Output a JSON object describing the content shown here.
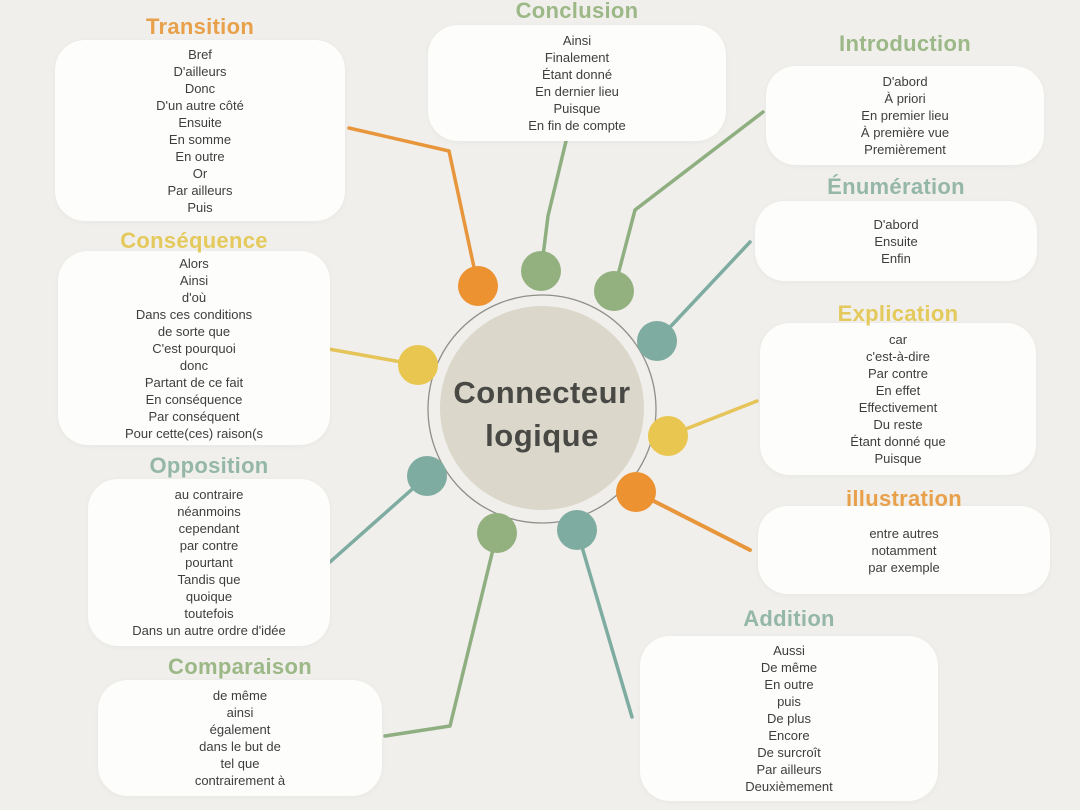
{
  "center": {
    "line1": "Connecteur",
    "line2": "logique",
    "circle_color": "#DBD7CA",
    "ring_color": "#8F8F89"
  },
  "palette": {
    "orange": {
      "dot": "#EC9231",
      "line": "#E8963C",
      "title": "#E9A04B"
    },
    "green": {
      "dot": "#93B07F",
      "line": "#8FAF80",
      "title": "#9CB887"
    },
    "teal": {
      "dot": "#7FACA1",
      "line": "#7FACA1",
      "title": "#95B7AA"
    },
    "yellow": {
      "dot": "#E8C64F",
      "line": "#E5C45A",
      "title": "#E4C95C"
    }
  },
  "categories": [
    {
      "id": "transition",
      "title": "Transition",
      "color": "orange",
      "items": [
        "Bref",
        "D'ailleurs",
        "Donc",
        "D'un autre côté",
        "Ensuite",
        "En somme",
        "En outre",
        "Or",
        "Par ailleurs",
        "Puis"
      ]
    },
    {
      "id": "consequence",
      "title": "Conséquence",
      "color": "yellow",
      "items": [
        "Alors",
        "Ainsi",
        "d'où",
        "Dans ces conditions",
        "de sorte que",
        "C'est pourquoi",
        "donc",
        "Partant de ce fait",
        "En conséquence",
        "Par conséquent",
        "Pour cette(ces) raison(s"
      ]
    },
    {
      "id": "opposition",
      "title": "Opposition",
      "color": "teal",
      "items": [
        "au contraire",
        "néanmoins",
        "cependant",
        "par contre",
        "pourtant",
        "Tandis que",
        "quoique",
        "toutefois",
        "Dans un autre ordre d'idée"
      ]
    },
    {
      "id": "comparaison",
      "title": "Comparaison",
      "color": "green",
      "items": [
        "de même",
        "ainsi",
        "également",
        "dans le but de",
        "tel que",
        "contrairement à"
      ]
    },
    {
      "id": "conclusion",
      "title": "Conclusion",
      "color": "green",
      "items": [
        "Ainsi",
        "Finalement",
        "Étant donné",
        "En dernier lieu",
        "Puisque",
        "En fin de compte"
      ]
    },
    {
      "id": "introduction",
      "title": "Introduction",
      "color": "green",
      "items": [
        "D'abord",
        "À priori",
        "En premier lieu",
        "À première vue",
        "Premièrement"
      ]
    },
    {
      "id": "enumeration",
      "title": "Énumération",
      "color": "teal",
      "items": [
        "D'abord",
        "Ensuite",
        "Enfin"
      ]
    },
    {
      "id": "explication",
      "title": "Explication",
      "color": "yellow",
      "items": [
        "car",
        "c'est-à-dire",
        "Par contre",
        "En effet",
        "Effectivement",
        "Du reste",
        "Étant donné que",
        "Puisque"
      ]
    },
    {
      "id": "illustration",
      "title": "illustration",
      "color": "orange",
      "items": [
        "entre autres",
        "notamment",
        "par exemple"
      ]
    },
    {
      "id": "addition",
      "title": "Addition",
      "color": "teal",
      "items": [
        "Aussi",
        "De même",
        "En outre",
        "puis",
        "De plus",
        "Encore",
        "De surcroît",
        "Par ailleurs",
        "Deuxièmement"
      ]
    }
  ]
}
